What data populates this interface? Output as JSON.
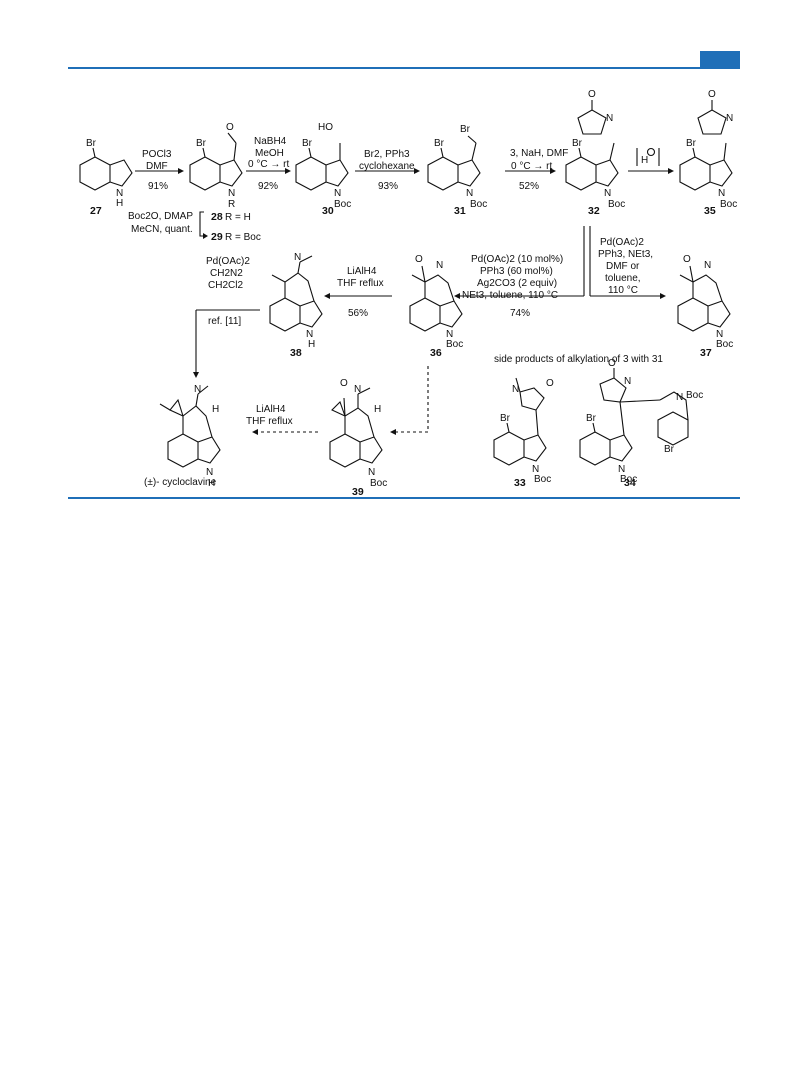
{
  "header": {
    "accent_color": "#1f6fb8"
  },
  "compounds": {
    "c27": "27",
    "c28": "28",
    "c28_r": "R = H",
    "c29": "29",
    "c29_r": "R = Boc",
    "c30": "30",
    "c31": "31",
    "c32": "32",
    "c35": "35",
    "c36": "36",
    "c37": "37",
    "c38": "38",
    "c39": "39",
    "c33": "33",
    "c34": "34",
    "final": "(±)- cycloclavine"
  },
  "atoms": {
    "br": "Br",
    "n": "N",
    "h": "H",
    "nh_n": "N",
    "o": "O",
    "boc": "Boc",
    "r": "R",
    "ho": "HO",
    "nboc": "Boc"
  },
  "conditions": {
    "s1": {
      "line1": "POCl3",
      "line2": "DMF",
      "yield": "91%"
    },
    "s2": {
      "line1": "NaBH4",
      "line2": "MeOH",
      "line3": "0 °C → rt",
      "yield": "92%"
    },
    "s3": {
      "line1": "Br2, PPh3",
      "line2": "cyclohexane",
      "yield": "93%"
    },
    "s4": {
      "line1": "3, NaH, DMF",
      "line2": "0 °C → rt",
      "yield": "52%"
    },
    "s5": {
      "label": "H"
    },
    "s6": {
      "line1": "Boc2O, DMAP",
      "line2": "MeCN, quant."
    },
    "s7": {
      "line1": "Pd(OAc)2",
      "line2": "PPh3, NEt3,",
      "line3": "DMF or",
      "line4": "toluene,",
      "line5": "110 °C"
    },
    "s8": {
      "line1": "Pd(OAc)2 (10 mol%)",
      "line2": "PPh3 (60 mol%)",
      "line3": "Ag2CO3 (2 equiv)",
      "line4": "NEt3, toluene, 110 °C",
      "yield": "74%"
    },
    "s9": {
      "line1": "LiAlH4",
      "line2": "THF reflux",
      "yield": "56%"
    },
    "s10": {
      "line1": "Pd(OAc)2",
      "line2": "CH2N2",
      "line3": "CH2Cl2",
      "ref": "ref. [11]"
    },
    "s11": {
      "line1": "LiAlH4",
      "line2": "THF reflux"
    }
  },
  "side_products": {
    "caption": "side products of alkylation of 3 with 31"
  }
}
